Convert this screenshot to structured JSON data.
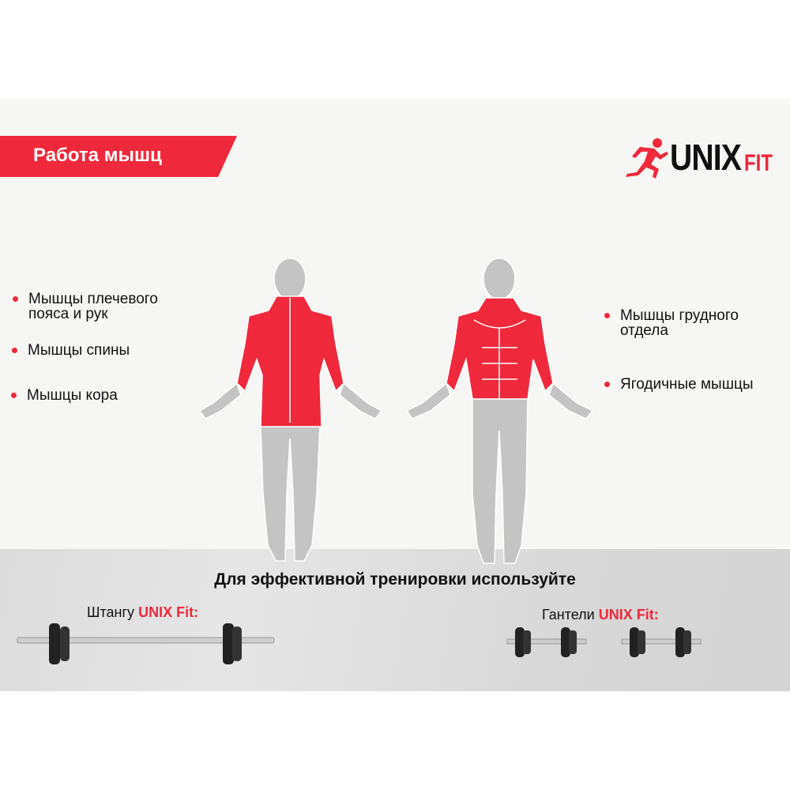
{
  "header": {
    "title": "Работа мышц",
    "logo": {
      "main": "UNIX",
      "accent": "FIT"
    }
  },
  "muscles_left": [
    "Мышцы плечевого пояса и рук",
    "Мышцы спины",
    "Мышцы кора"
  ],
  "muscles_right": [
    "Мышцы грудного отдела",
    "Ягодичные мышцы"
  ],
  "footer": {
    "cta": "Для эффективной тренировки используйте",
    "barbell": {
      "prefix": "Штангу",
      "brand": "UNIX Fit:"
    },
    "dumbbells": {
      "prefix": "Гантели",
      "brand": "UNIX Fit:"
    }
  },
  "colors": {
    "accent": "#f0283c",
    "muscle_inactive": "#bdbdbd"
  }
}
